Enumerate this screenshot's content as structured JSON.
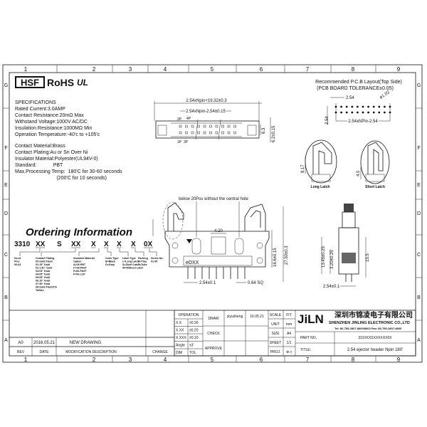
{
  "frame": {
    "columns": [
      "1",
      "2",
      "3",
      "4",
      "5",
      "6",
      "7",
      "8",
      "9"
    ],
    "rows": [
      "G",
      "F",
      "E",
      "D",
      "C",
      "B",
      "A"
    ]
  },
  "certifications": {
    "hsf": "HSF",
    "rohs": "RoHS",
    "ul_logo": "UL"
  },
  "specifications": {
    "heading": "SPECIFICATIONS",
    "lines": [
      "Rated Current:3.0AMP",
      "Contact Resistance:20mΩ Max",
      "Withstand Voltage:1000V AC/DC",
      "Insulation Resistance:1000MΩ Min",
      "Operation Temperature:-40'c to +105'c"
    ],
    "materials": [
      "Contact Material:Brass",
      "Contact Plating:Au or Sn Over Ni",
      "Insulator Material:Polyester(UL94V-0)",
      "Standard:            PBT",
      "Max.Processing Temp:  180'C for 30-60 seconds",
      "                              (200'C for 10 seconds)"
    ]
  },
  "ordering": {
    "title": "Ordering Information",
    "code": [
      "3310",
      "XX",
      "S",
      "XX",
      "X",
      "X",
      "X",
      "X",
      "0X"
    ],
    "notes": [
      [
        "No.of",
        "Pins",
        "06-64"
      ],
      [
        "Contact Plating",
        "00:Gold Flash",
        "01:15\" Gold",
        "02:1.5u\" Gold",
        "03:03\" Gold",
        "04:05\" Gold",
        "05:05\" Gold",
        "06:10\" Gold",
        "07:30\" Gold",
        "08:Gold Flash/Tin",
        "Tail/Au"
      ],
      [
        "Insulator Material",
        "Option",
        "A=06-PBT",
        "C=06-PA6T",
        "F=06-PA9T",
        "F=06-LCP"
      ],
      [
        "Color Type",
        "B=Black",
        "G=Gray"
      ],
      [
        "Latch Type",
        "L=Long Latch",
        "S=Short Latch",
        "W=Without Latch"
      ],
      [
        "Packing",
        "A=Tray",
        "T=Tube"
      ],
      [
        "Series No.",
        "01-99"
      ]
    ]
  },
  "top_view": {
    "dim_overall": "2.54xNpin+19.32±0.3",
    "dim_pitch": "2.54xNpin-2.54±0.15",
    "dim_height": "6.3",
    "dim_width": "6.2±0.15",
    "pin_labels": [
      "2P",
      "4P",
      "1P",
      "3P"
    ]
  },
  "pcb_layout": {
    "title": "Recommended P.C.B Layout(Top Side)",
    "subtitle": "(PCB BOARD TOLERANCE±0.05)",
    "dim_pitch": "2.54",
    "dim_hole": "ø1.02",
    "dim_row": "2.54",
    "dim_span": "2.54xNPin-2.54"
  },
  "latch_details": {
    "long": {
      "label": "Long Latch",
      "dim": "8.17"
    },
    "short": {
      "label": "Short Latch",
      "dim": "4.0"
    }
  },
  "front_view": {
    "note": "below 20Pos without the central hole",
    "dim_key": "4.20",
    "dim_height1": "16.6±0.15",
    "dim_height2": "27.50±0.3",
    "dim_pitch": "2.54±0.1",
    "dim_pin": "0.64 SQ",
    "marking": "eDXX"
  },
  "side_view": {
    "dim_a": "13.45±0.25",
    "dim_b": "3.20±0.25",
    "dim_c": "15.5",
    "dim_pitch": "2.54±0.1"
  },
  "revision_block": {
    "row": {
      "rev": "A0",
      "date": "2016.05.21",
      "description": "NEW DRAWING",
      "change": ""
    },
    "headers": {
      "rev": "REV",
      "date": "DATE",
      "description": "MODIFICATION DESCRIPTION",
      "change": "CHANGE"
    }
  },
  "title_block": {
    "operation": "OPERATION",
    "tolerances": [
      [
        "X.X",
        "±0.30"
      ],
      [
        "X.XX",
        "±0.20"
      ],
      [
        "X.XXX",
        "±0.10"
      ],
      [
        "Angle",
        "±3'"
      ],
      [
        "DIM",
        "TOL"
      ]
    ],
    "draw": "DRAW",
    "drawer": "yiyusheng",
    "draw_date": "16.05.21",
    "check": "CHECK",
    "approve": "APPROVE",
    "scale_label": "SCALE",
    "scale": "FIT",
    "unit_label": "UNIT",
    "unit": "mm",
    "size_label": "SIZE",
    "size": "A4",
    "sheet_label": "SHEET",
    "sheet": "1/1",
    "proj_label": "PROJ.",
    "proj_symbol": "⊕◁",
    "company_logo": "JiLN",
    "company_cn": "深圳市锦凌电子有限公司",
    "company_en": "SHENZHEN JINLING ELECTRONIC CO.,LTD",
    "contact": "Tel: 86-755-2807-8800/8802   Fax: 86-755-2807-8800",
    "part_no_label": "PART NO.",
    "part_no": "3310XXSXXXXXX0X",
    "title_label": "TITLE:",
    "title": "2.54  ejector  header  Npin  180'"
  }
}
